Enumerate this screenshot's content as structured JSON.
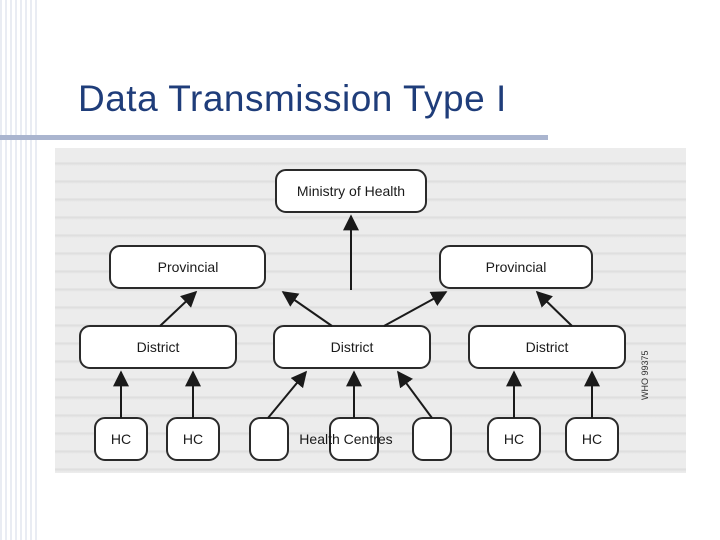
{
  "slide": {
    "title": "Data Transmission Type I"
  },
  "diagram": {
    "ministry": "Ministry of Health",
    "provincial_left": "Provincial",
    "provincial_right": "Provincial",
    "district_left": "District",
    "district_center": "District",
    "district_right": "District",
    "hc_1": "HC",
    "hc_2": "HC",
    "health_centres": "Health Centres",
    "hc_5": "HC",
    "hc_6": "HC",
    "side_note": "WHO 99375"
  }
}
